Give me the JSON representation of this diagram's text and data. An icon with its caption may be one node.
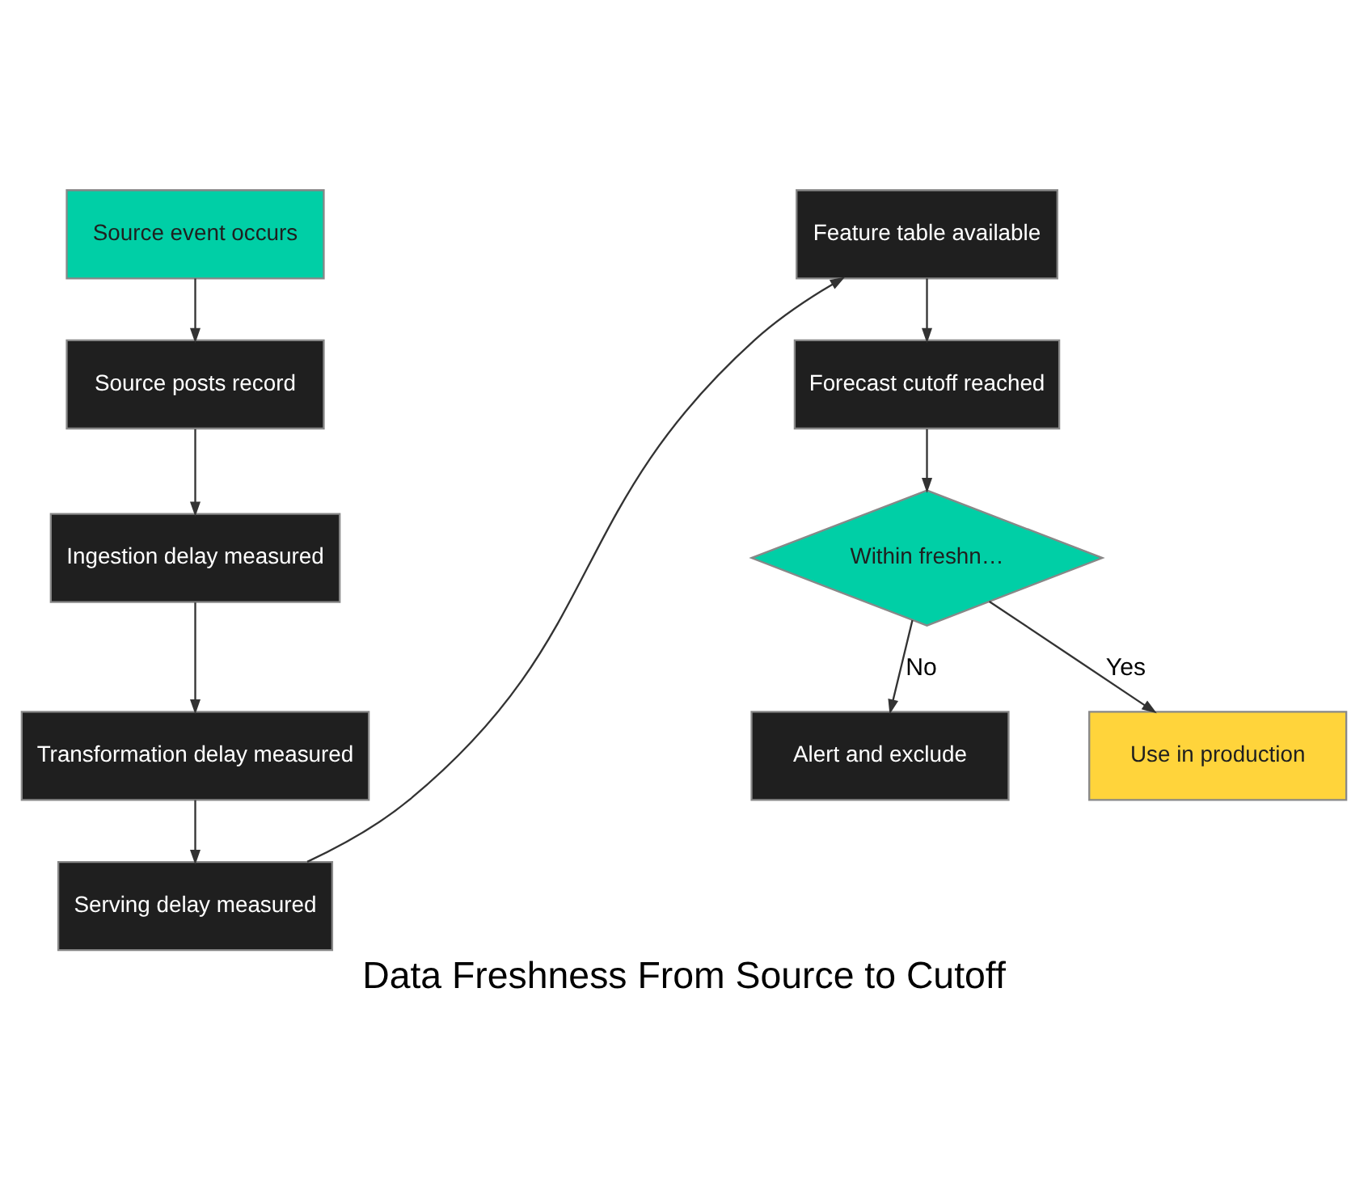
{
  "diagram": {
    "caption": "Data Freshness From Source to Cutoff",
    "nodes": [
      {
        "text": [
          "Source event occurs"
        ]
      },
      {
        "text": [
          "Source posts record"
        ]
      },
      {
        "text": [
          "Ingestion delay measured"
        ]
      },
      {
        "text": [
          "Transformation delay measured"
        ]
      },
      {
        "text": [
          "Serving delay measured"
        ]
      },
      {
        "text": [
          "Feature table available"
        ]
      },
      {
        "text": [
          "Forecast cutoff reached"
        ]
      },
      {
        "text": [
          "Within freshn…"
        ]
      },
      {
        "text": [
          "Alert and exclude"
        ]
      },
      {
        "text": [
          "Use in production"
        ]
      }
    ],
    "edges": [
      {
        "from": 0,
        "to": 1,
        "arrow": "to"
      },
      {
        "from": 1,
        "to": 2,
        "arrow": "to"
      },
      {
        "from": 2,
        "to": 3,
        "arrow": "to"
      },
      {
        "from": 3,
        "to": 4,
        "arrow": "to"
      },
      {
        "from": 4,
        "to": 5,
        "arrow": "to"
      },
      {
        "from": 5,
        "to": 6,
        "arrow": "to"
      },
      {
        "from": 6,
        "to": 7,
        "arrow": "to"
      },
      {
        "from": 7,
        "to": 9,
        "label": "Yes",
        "arrow": "to"
      },
      {
        "from": 7,
        "to": 8,
        "label": "No",
        "arrow": "to"
      }
    ]
  }
}
